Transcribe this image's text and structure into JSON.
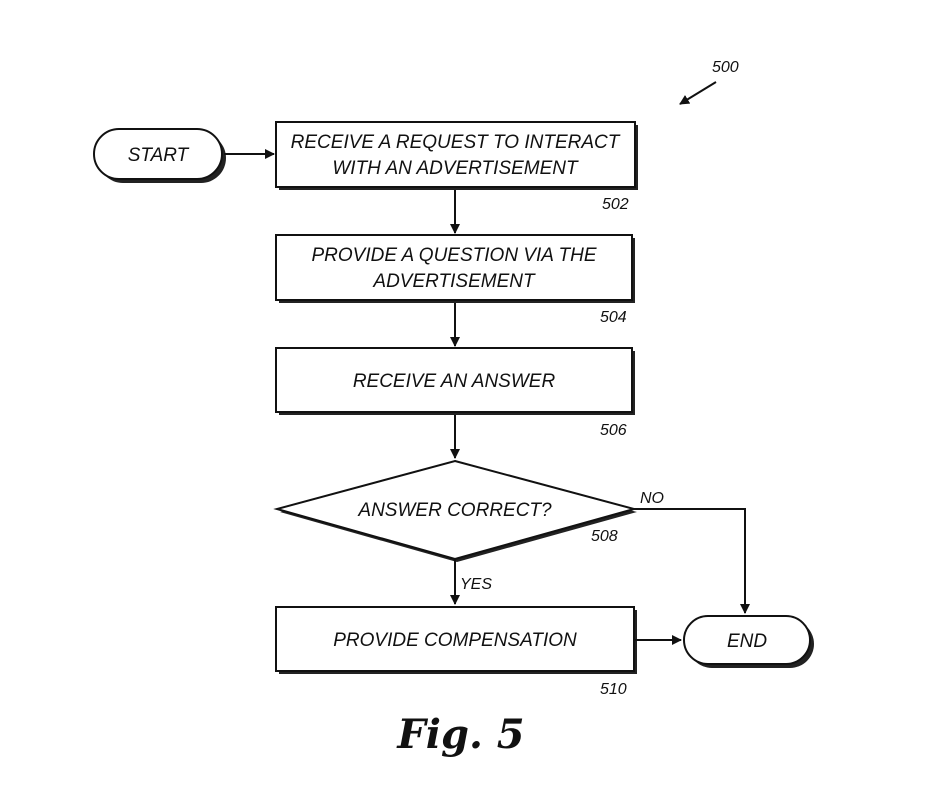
{
  "figure_ref": "500",
  "figure_caption": "Fig. 5",
  "nodes": {
    "start": {
      "label": "START"
    },
    "step_502": {
      "line1": "RECEIVE A REQUEST TO INTERACT",
      "line2": "WITH AN ADVERTISEMENT",
      "ref": "502"
    },
    "step_504": {
      "line1": "PROVIDE A QUESTION VIA THE",
      "line2": "ADVERTISEMENT",
      "ref": "504"
    },
    "step_506": {
      "label": "RECEIVE AN ANSWER",
      "ref": "506"
    },
    "decision_508": {
      "label": "ANSWER CORRECT?",
      "ref": "508",
      "yes": "YES",
      "no": "NO"
    },
    "step_510": {
      "label": "PROVIDE COMPENSATION",
      "ref": "510"
    },
    "end": {
      "label": "END"
    }
  }
}
